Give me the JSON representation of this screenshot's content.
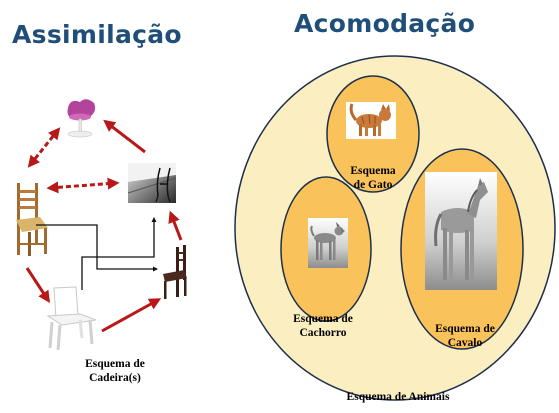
{
  "titles": {
    "left": "Assimilação",
    "right": "Acomodação"
  },
  "labels": {
    "cadeira_line1": "Esquema de",
    "cadeira_line2": "Cadeira(s)",
    "gato_line1": "Esquema",
    "gato_line2": "de Gato",
    "cachorro_line1": "Esquema de",
    "cachorro_line2": "Cachorro",
    "cavalo_line1": "Esquema de",
    "cavalo_line2": "Cavalo",
    "animais": "Esquema de Animais"
  },
  "colors": {
    "title": "#1f4e79",
    "outer_fill": "#fbeec0",
    "inner_fill": "#fac25a",
    "ellipse_stroke": "#1b2f4c",
    "arrow_red": "#b81818",
    "arrow_black": "#111111"
  },
  "icons": {
    "tulip_chair": "tulip-chair-icon",
    "photo_chair": "photo-chair-icon",
    "wood_chair": "wooden-chair-icon",
    "dark_chair": "dark-chair-icon",
    "white_chair": "white-chair-icon",
    "cat": "cat-icon",
    "dog": "dog-icon",
    "horse": "horse-icon"
  }
}
